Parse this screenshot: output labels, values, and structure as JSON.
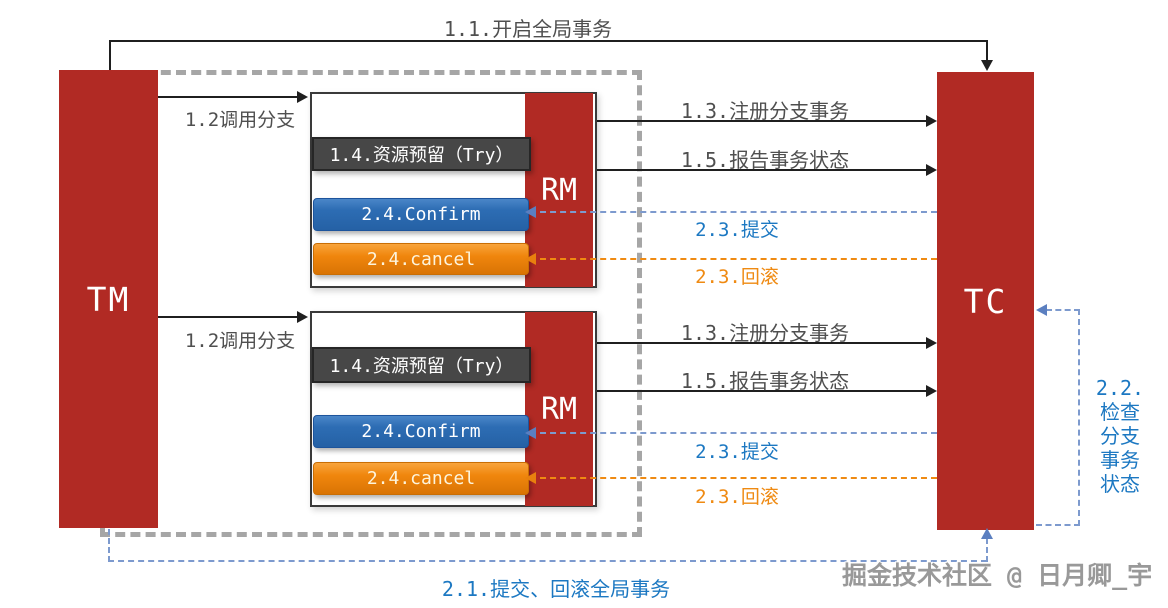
{
  "colors": {
    "bar_red": "#b12a24",
    "try_gray": "#474747",
    "confirm_blue": "#2d6db4",
    "cancel_orange": "#f0860d",
    "accent_blue": "#1c78c2",
    "accent_orange": "#ef8a12",
    "dash_blue": "#7d9ace",
    "dash_gray": "#a6a6a6",
    "line_black": "#1f1f1f",
    "label_gray": "#4f4f4f",
    "watermark_gray": "#999999"
  },
  "nodes": {
    "tm": "TM",
    "tc": "TC"
  },
  "flows": {
    "open_global": "1.1.开启全局事务",
    "commit_rollback_global": "2.1.提交、回滚全局事务",
    "check_branch_status": "2.2.\n检查\n分支\n事务\n状态"
  },
  "groups": [
    {
      "rm": "RM",
      "call": "1.2调用分支",
      "try": "1.4.资源预留（Try）",
      "confirm": "2.4.Confirm",
      "cancel": "2.4.cancel",
      "register": "1.3.注册分支事务",
      "report": "1.5.报告事务状态",
      "commit": "2.3.提交",
      "rollback": "2.3.回滚"
    },
    {
      "rm": "RM",
      "call": "1.2调用分支",
      "try": "1.4.资源预留（Try）",
      "confirm": "2.4.Confirm",
      "cancel": "2.4.cancel",
      "register": "1.3.注册分支事务",
      "report": "1.5.报告事务状态",
      "commit": "2.3.提交",
      "rollback": "2.3.回滚"
    }
  ],
  "watermark": "掘金技术社区 @ 日月卿_宇"
}
